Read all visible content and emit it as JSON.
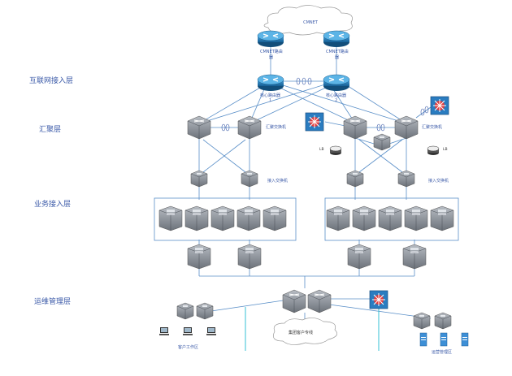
{
  "layers": {
    "internet": "互联网接入层",
    "aggregation": "汇聚层",
    "business": "业务接入层",
    "ops": "运维管理层"
  },
  "cloud_top": "CMNET",
  "routers": {
    "cmnet_left_line1": "CMNET路由",
    "cmnet_left_line2": "器",
    "cmnet_right_line1": "CMNET路由",
    "cmnet_right_line2": "器",
    "core_left_line1": "核心路由器",
    "core_left_line2": "1",
    "core_right_line1": "核心路由器",
    "core_right_line2": "2"
  },
  "switch_labels": {
    "agg_left": "汇聚交换机",
    "agg_right": "汇聚交换机",
    "access_left": "接入交换机",
    "access_right": "接入交换机"
  },
  "lb_labels": {
    "left": "LB",
    "right": "LB"
  },
  "cloud_bottom": "集团客户专线",
  "zones": {
    "client": "客户工作区",
    "ops": "运营管理区"
  },
  "colors": {
    "line": "#5a8fc8",
    "cyan_line": "#35c2d6",
    "router_blue": "#1f6fa8",
    "switch_gray": "#8a8f96",
    "label_blue": "#3b5aa8"
  }
}
